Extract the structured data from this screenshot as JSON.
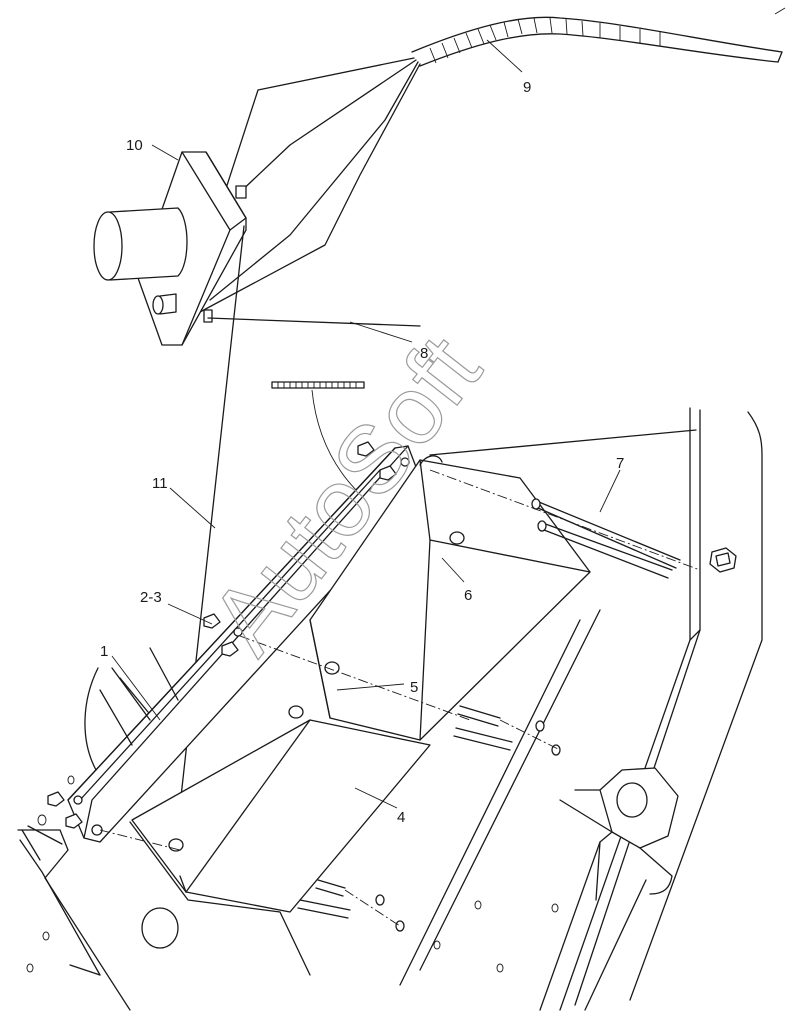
{
  "diagram": {
    "callouts": [
      "10",
      "9",
      "8",
      "11",
      "7",
      "6",
      "2-3",
      "1",
      "5",
      "4"
    ],
    "watermark": "AutoSoft"
  },
  "colors": {
    "line": "#1a1a1a",
    "background": "#ffffff",
    "watermark": "#9a9a9a"
  }
}
